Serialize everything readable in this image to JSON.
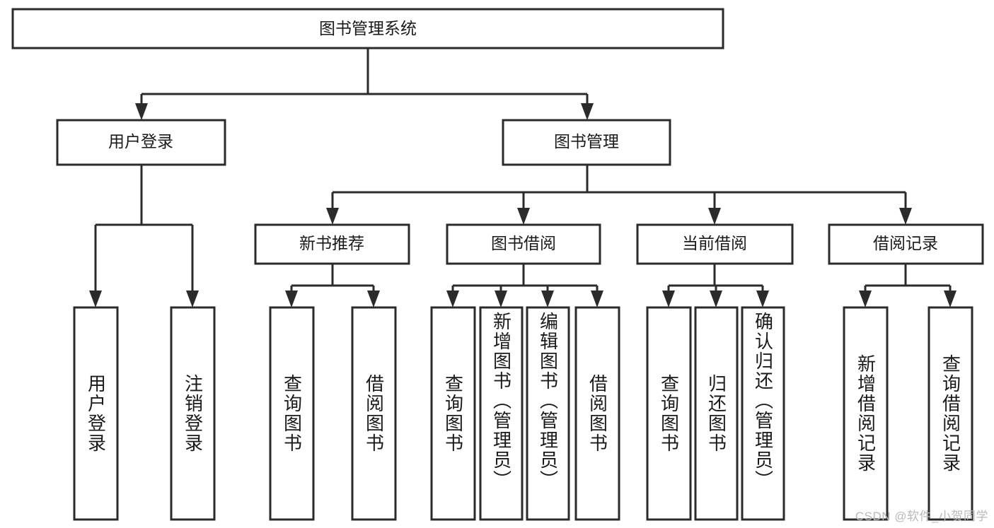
{
  "diagram": {
    "title": "图书管理系统",
    "type": "tree-hierarchy-chart",
    "orientation": "top-down",
    "colors": {
      "box_fill": "#ffffff",
      "box_stroke": "#2b2b2b",
      "text": "#1a1a1a",
      "background": "#ffffff",
      "watermark": "#b9b9b9"
    },
    "root": {
      "label": "图书管理系统"
    },
    "level2": [
      {
        "label": "用户登录"
      },
      {
        "label": "图书管理"
      }
    ],
    "level3": [
      {
        "label": "新书推荐"
      },
      {
        "label": "图书借阅"
      },
      {
        "label": "当前借阅"
      },
      {
        "label": "借阅记录"
      }
    ],
    "leaves": {
      "user_login": [
        {
          "label": "用户登录"
        },
        {
          "label": "注销登录"
        }
      ],
      "new_book_recommend": [
        {
          "label": "查询图书"
        },
        {
          "label": "借阅图书"
        }
      ],
      "book_borrow": [
        {
          "label": "查询图书"
        },
        {
          "label": "新增图书（管理员）"
        },
        {
          "label": "编辑图书（管理员）"
        },
        {
          "label": "借阅图书"
        }
      ],
      "current_borrow": [
        {
          "label": "查询图书"
        },
        {
          "label": "归还图书"
        },
        {
          "label": "确认归还（管理员）"
        }
      ],
      "borrow_record": [
        {
          "label": "新增借阅记录"
        },
        {
          "label": "查询借阅记录"
        }
      ]
    }
  },
  "watermark": {
    "text": "CSDN @软件_小贺同学"
  }
}
